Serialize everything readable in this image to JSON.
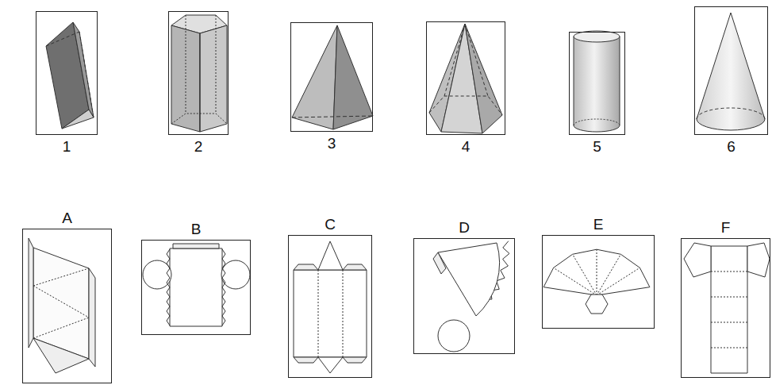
{
  "diagram": {
    "nodes": [
      {
        "text": [
          "1"
        ]
      },
      {
        "text": [
          "2"
        ]
      },
      {
        "text": [
          "3"
        ]
      },
      {
        "text": [
          "4"
        ]
      },
      {
        "text": [
          "5"
        ]
      },
      {
        "text": [
          "6"
        ]
      },
      {
        "text": [
          "A"
        ]
      },
      {
        "text": [
          "B"
        ]
      },
      {
        "text": [
          "C"
        ]
      },
      {
        "text": [
          "D"
        ]
      },
      {
        "text": [
          "E"
        ]
      },
      {
        "text": [
          "F"
        ]
      }
    ]
  }
}
